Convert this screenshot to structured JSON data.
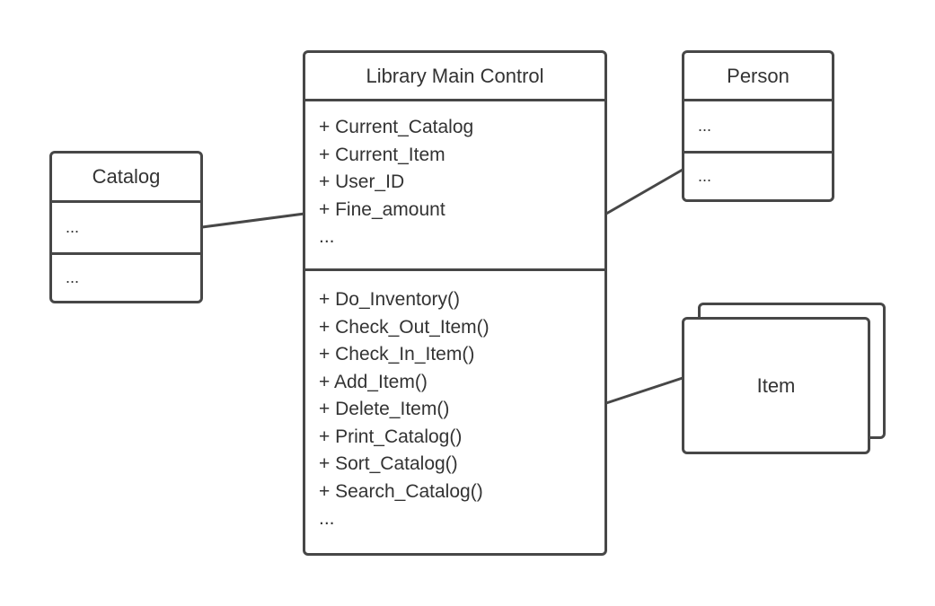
{
  "main_class": {
    "title": "Library Main Control",
    "attributes": [
      "+ Current_Catalog",
      "+ Current_Item",
      "+ User_ID",
      "+ Fine_amount",
      "..."
    ],
    "methods": [
      "+ Do_Inventory()",
      "+ Check_Out_Item()",
      "+ Check_In_Item()",
      "+ Add_Item()",
      "+ Delete_Item()",
      "+ Print_Catalog()",
      "+ Sort_Catalog()",
      "+ Search_Catalog()",
      "..."
    ]
  },
  "catalog_class": {
    "title": "Catalog",
    "attributes": "...",
    "methods": "..."
  },
  "person_class": {
    "title": "Person",
    "attributes": "...",
    "methods": "..."
  },
  "item_class": {
    "title": "Item"
  },
  "colors": {
    "stroke": "#474747",
    "text": "#333333",
    "background": "#ffffff"
  }
}
